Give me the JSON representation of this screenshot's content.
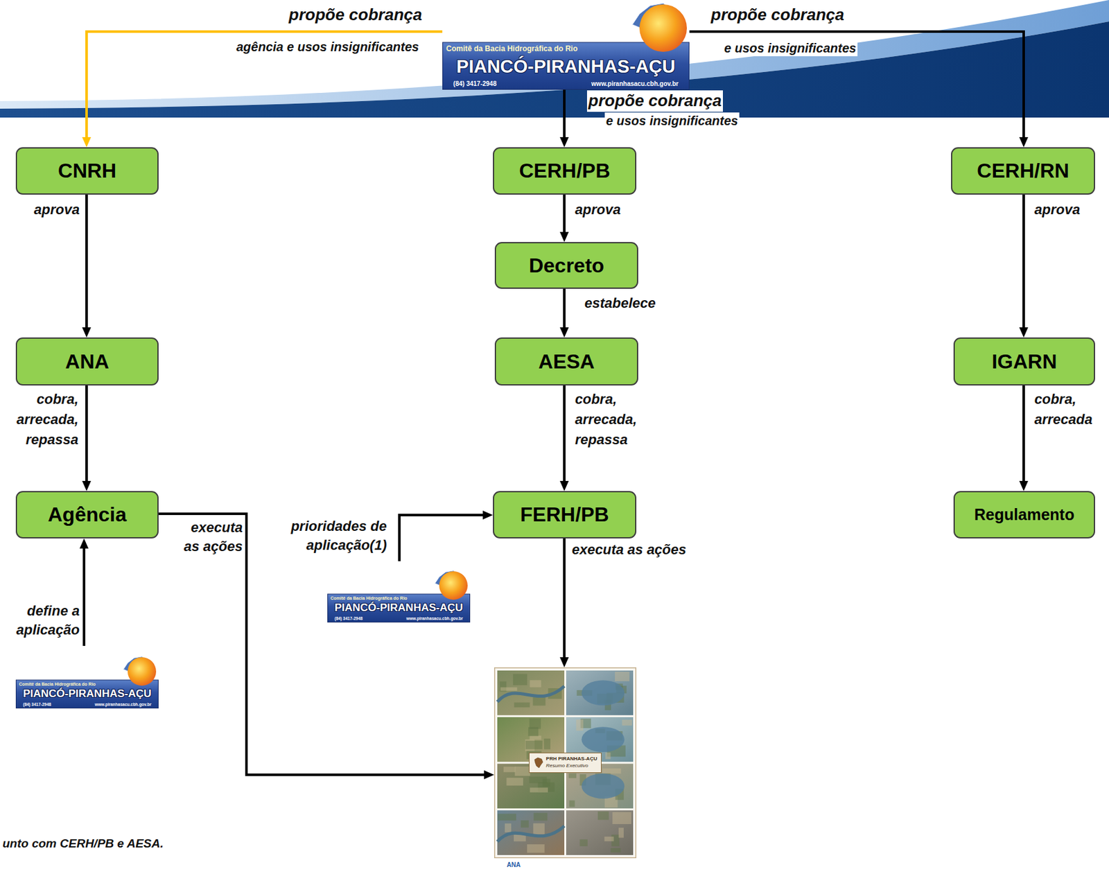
{
  "diagram": {
    "nodes": [
      {
        "text": [
          "Comitê da Bacia Hidrográfica do Rio",
          "PIANCÓ-PIRANHAS-AÇU",
          "(84) 3417-2948",
          "www.piranhasacu.cbh.gov.br"
        ]
      },
      {
        "text": [
          "CNRH"
        ]
      },
      {
        "text": [
          "CERH/PB"
        ]
      },
      {
        "text": [
          "CERH/RN"
        ]
      },
      {
        "text": [
          "Decreto"
        ]
      },
      {
        "text": [
          "ANA"
        ]
      },
      {
        "text": [
          "AESA"
        ]
      },
      {
        "text": [
          "IGARN"
        ]
      },
      {
        "text": [
          "Agência"
        ]
      },
      {
        "text": [
          "FERH/PB"
        ]
      },
      {
        "text": [
          "Regulamento"
        ]
      },
      {
        "text": [
          "Comitê da Bacia Hidrográfica do Rio",
          "PIANCÓ-PIRANHAS-AÇU",
          "(84) 3417-2948",
          "www.piranhasacu.cbh.gov.br"
        ]
      },
      {
        "text": [
          "Comitê da Bacia Hidrográfica do Rio",
          "PIANCÓ-PIRANHAS-AÇU",
          "(84) 3417-2948",
          "www.piranhasacu.cbh.gov.br"
        ]
      },
      {
        "text": [
          "PRH PIRANHAS-AÇU",
          "Resumo Executivo"
        ]
      }
    ],
    "edges": [
      {
        "from": 0,
        "to": 1,
        "label": "propõe cobrança",
        "arrow": "to"
      },
      {
        "from": 0,
        "to": 2,
        "label": "propõe cobrança",
        "arrow": "to"
      },
      {
        "from": 0,
        "to": 3,
        "label": "propõe cobrança",
        "arrow": "to"
      },
      {
        "from": 1,
        "to": 5,
        "label": "aprova",
        "arrow": "to"
      },
      {
        "from": 2,
        "to": 4,
        "label": "aprova",
        "arrow": "to"
      },
      {
        "from": 3,
        "to": 7,
        "label": "aprova",
        "arrow": "to"
      },
      {
        "from": 4,
        "to": 6,
        "label": "estabelece",
        "arrow": "to"
      },
      {
        "from": 5,
        "to": 8,
        "label": "cobra, arrecada, repassa",
        "arrow": "to"
      },
      {
        "from": 6,
        "to": 9,
        "label": "cobra, arrecada, repassa",
        "arrow": "to"
      },
      {
        "from": 7,
        "to": 10,
        "label": "cobra, arrecada",
        "arrow": "to"
      },
      {
        "from": 8,
        "to": 13,
        "label": "executa as ações",
        "arrow": "to"
      },
      {
        "from": 9,
        "to": 13,
        "label": "executa as ações",
        "arrow": "to"
      },
      {
        "from": 12,
        "to": 8,
        "label": "define a aplicação",
        "arrow": "to"
      },
      {
        "from": 11,
        "to": 9,
        "label": "prioridades de aplicação(1)",
        "arrow": "to"
      }
    ],
    "labels": [
      "agência e usos insignificantes",
      "e usos insignificantes",
      "e usos insignificantes",
      "unto com CERH/PB e AESA.",
      "ANA"
    ]
  }
}
